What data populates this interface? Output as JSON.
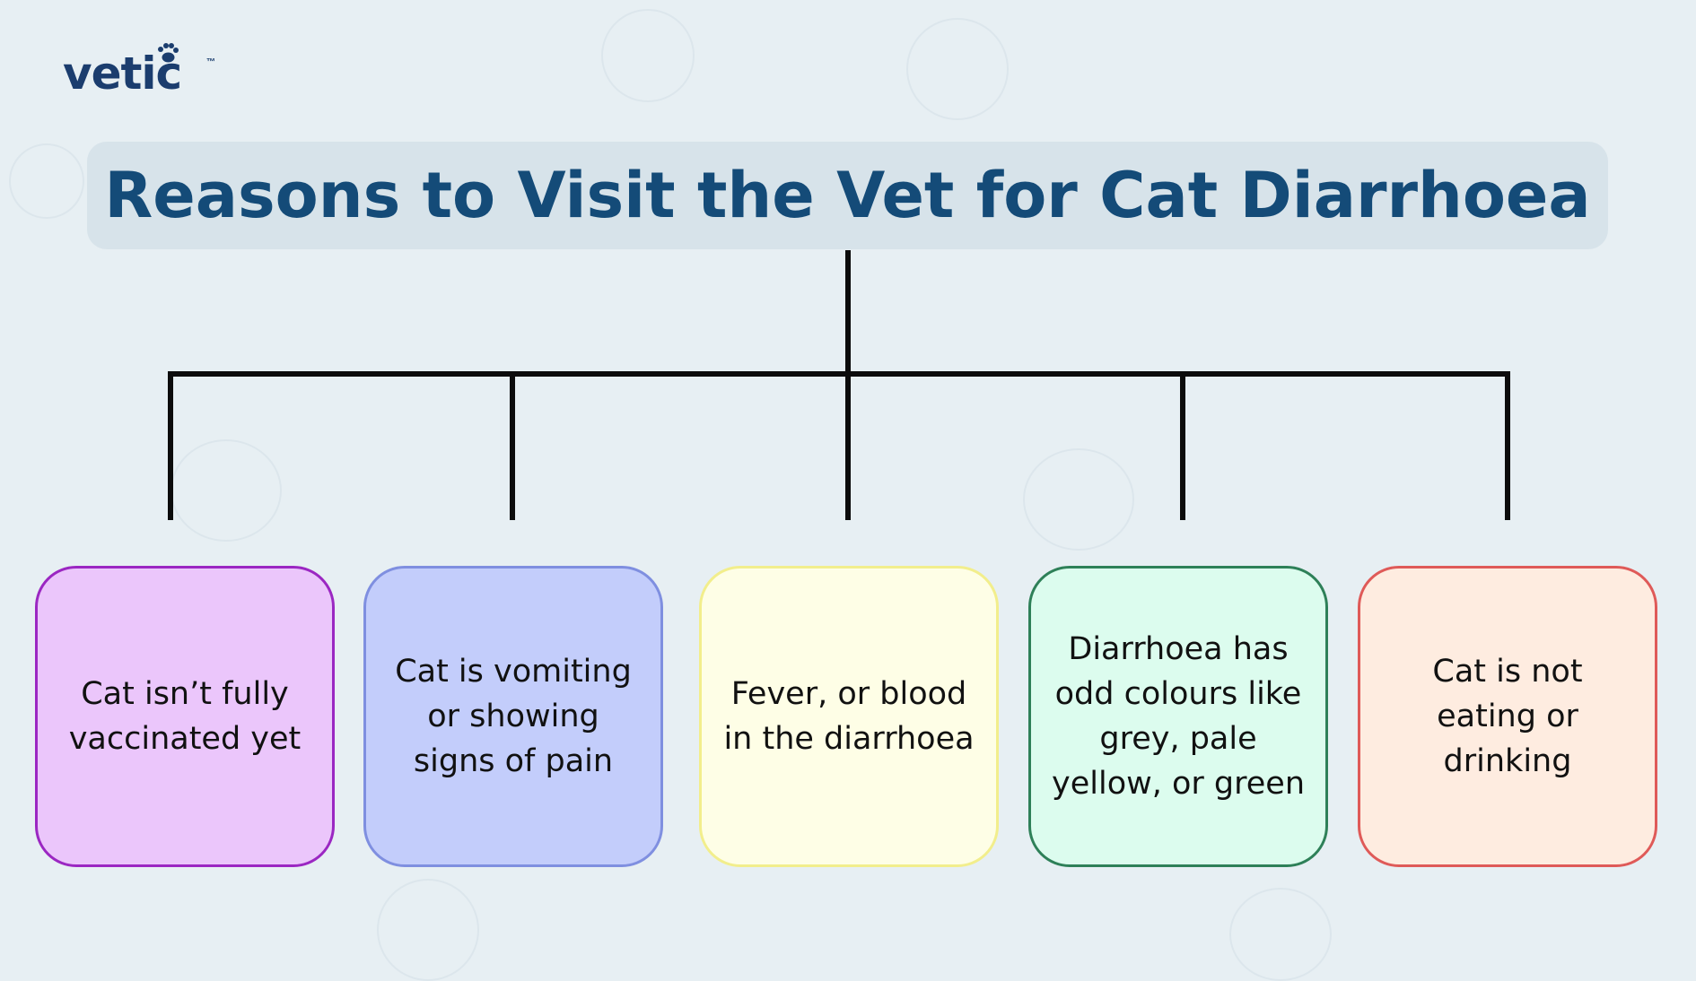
{
  "brand": {
    "logo_text": "vetic",
    "trademark": "™",
    "logo_icon": "paw-icon",
    "color": "#1b3d6e"
  },
  "title": {
    "text": "Reasons to Visit the Vet for Cat Diarrhoea",
    "color": "#144b78",
    "banner_bg": "#d7e3ea"
  },
  "background": {
    "color": "#e7eff3",
    "pattern": "faint pet doodles (bones, paws, balls, MEOW/WOOF bubbles)"
  },
  "reasons": [
    {
      "text": "Cat isn’t fully vaccinated yet",
      "fill": "#ebc6fb",
      "border": "#9b27c2"
    },
    {
      "text": "Cat is vomiting or showing signs of pain",
      "fill": "#c3cdfb",
      "border": "#7f8fe0"
    },
    {
      "text": "Fever, or blood in the diarrhoea",
      "fill": "#fefee6",
      "border": "#f2ee8c"
    },
    {
      "text": "Diarrhoea has odd colours like grey, pale yellow, or green",
      "fill": "#dcfcee",
      "border": "#2e8058"
    },
    {
      "text": "Cat is not eating or drinking",
      "fill": "#feece0",
      "border": "#df5a58"
    }
  ]
}
